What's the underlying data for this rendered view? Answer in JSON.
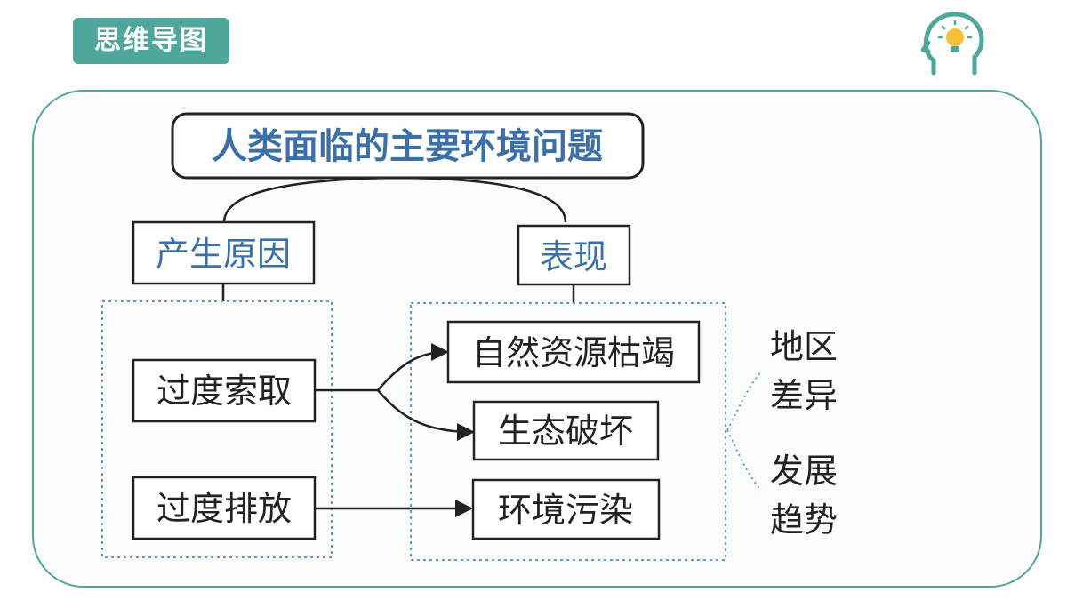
{
  "header": {
    "tag_label": "思维导图",
    "logo_icon": "head-lightbulb-icon",
    "accent_color": "#4fa69b"
  },
  "diagram": {
    "root": "人类面临的主要环境问题",
    "branch_causes": "产生原因",
    "branch_manifestations": "表现",
    "cause_1": "过度索取",
    "cause_2": "过度排放",
    "manifestation_1": "自然资源枯竭",
    "manifestation_2": "生态破坏",
    "manifestation_3": "环境污染",
    "note_1_line_1": "地区",
    "note_1_line_2": "差异",
    "note_2_line_1": "发展",
    "note_2_line_2": "趋势",
    "title_color": "#3a6fa8",
    "dotted_color": "#5b9bd5"
  }
}
